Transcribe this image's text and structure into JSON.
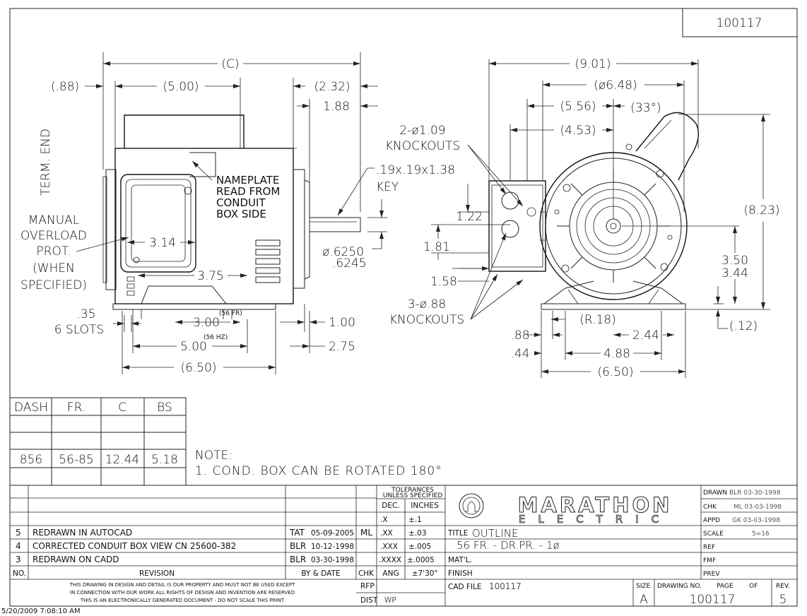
{
  "drawing_number": "100117",
  "timestamp": "5/20/2009 7:08:10 AM",
  "side_view": {
    "dims": {
      "c": "(C)",
      "d088": "(.88)",
      "d500": "(5.00)",
      "d232": "(2.32)",
      "d188": "1.88",
      "d314": "3.14",
      "d375": "3.75",
      "d300": "3.00",
      "d100": "1.00",
      "d500b": "5.00",
      "d275": "2.75",
      "d650": "(6.50)",
      "d035": ".35"
    },
    "frame_56fr": "(56 FR)",
    "frame_56hz": "(56 HZ)",
    "slots": "6 SLOTS",
    "term_end": "TERM. END",
    "manual_overload": [
      "MANUAL",
      "OVERLOAD",
      "PROT.",
      "(WHEN",
      "SPECIFIED)"
    ],
    "nameplate": [
      "NAMEPLATE",
      "READ FROM",
      "CONDUIT",
      "BOX SIDE"
    ],
    "key": [
      ".19x.19x1.38",
      "KEY"
    ],
    "shaft_dia": [
      "ø.6250",
      ".6245"
    ]
  },
  "end_view": {
    "dims": {
      "d901": "(9.01)",
      "d648": "(ø6.48)",
      "d556": "(5.56)",
      "d33": "(33°)",
      "d453": "(4.53)",
      "d823": "(8.23)",
      "d122": "1.22",
      "d181": "1.81",
      "d158": "1.58",
      "d350": "3.50",
      "d344": "3.44",
      "d012": "(.12)",
      "r18": "(R.18)",
      "d088": ".88",
      "d244": "2.44",
      "d044": ".44",
      "d488": "4.88",
      "d650": "(6.50)"
    },
    "knockouts_top": [
      "2-ø1.09",
      "KNOCKOUTS"
    ],
    "knockouts_bottom": [
      "3-ø.88",
      "KNOCKOUTS"
    ]
  },
  "dash_table": {
    "headers": [
      "DASH",
      "FR.",
      "C",
      "BS"
    ],
    "rows": [
      [
        "856",
        "56-85",
        "12.44",
        "5.18"
      ]
    ]
  },
  "note": [
    "NOTE:",
    "1. COND. BOX CAN BE ROTATED 180°"
  ],
  "revisions": [
    {
      "no": "5",
      "desc": "REDRAWN IN AUTOCAD",
      "by": "TAT",
      "date": "05-09-2005",
      "chk": "ML"
    },
    {
      "no": "4",
      "desc": "CORRECTED CONDUIT BOX VIEW CN 25600-382",
      "by": "BLR",
      "date": "10-12-1998",
      "chk": ""
    },
    {
      "no": "3",
      "desc": "REDRAWN ON CADD",
      "by": "BLR",
      "date": "03-30-1998",
      "chk": ""
    }
  ],
  "rev_headers": {
    "no": "NO.",
    "revision": "REVISION",
    "by_date": "BY & DATE",
    "chk": "CHK"
  },
  "tolerances": {
    "title": [
      "TOLERANCES",
      "UNLESS SPECIFIED"
    ],
    "dec": "DEC.",
    "inches": "INCHES",
    "rows": [
      [
        ".X",
        "±.1"
      ],
      [
        ".XX",
        "±.03"
      ],
      [
        ".XXX",
        "±.005"
      ],
      [
        ".XXXX",
        "±.0005"
      ]
    ],
    "ang": "ANG",
    "ang_val": "±7'30\""
  },
  "brand": {
    "name": "MARATHON",
    "sub": "ELECTRIC"
  },
  "title_block": {
    "title_label": "TITLE",
    "title": "OUTLINE",
    "subtitle": "56 FR. - DR.PR. - 1ø",
    "matl": "MAT'L.",
    "finish": "FINISH",
    "cad_file_label": "CAD FILE",
    "cad_file": "100117",
    "rfp": "RFP",
    "dist": "DIST",
    "dist_val": "WP",
    "drawn_label": "DRAWN",
    "drawn": "BLR 03-30-1998",
    "chk_label": "CHK",
    "chk": "ML 03-03-1998",
    "appd_label": "APPD",
    "appd": "GK 03-03-1998",
    "scale_label": "SCALE",
    "scale": "5=16",
    "ref": "REF",
    "fmf": "FMF",
    "prev": "PREV",
    "size_label": "SIZE",
    "size": "A",
    "drawing_no_label": "DRAWING NO.",
    "page_label": "PAGE",
    "of_label": "OF",
    "rev_label": "REV.",
    "rev": "5"
  },
  "disclaimer": [
    "THIS DRAWING IN DESIGN AND DETAIL IS OUR PROPERTY AND MUST NOT BE USED EXCEPT",
    "IN CONNECTION WITH OUR WORK ALL RIGHTS OF DESIGN AND INVENTION ARE RESERVED",
    "THIS IS AN ELECTRONICALLY GENERATED DOCUMENT - DO NOT SCALE THIS PRINT"
  ]
}
